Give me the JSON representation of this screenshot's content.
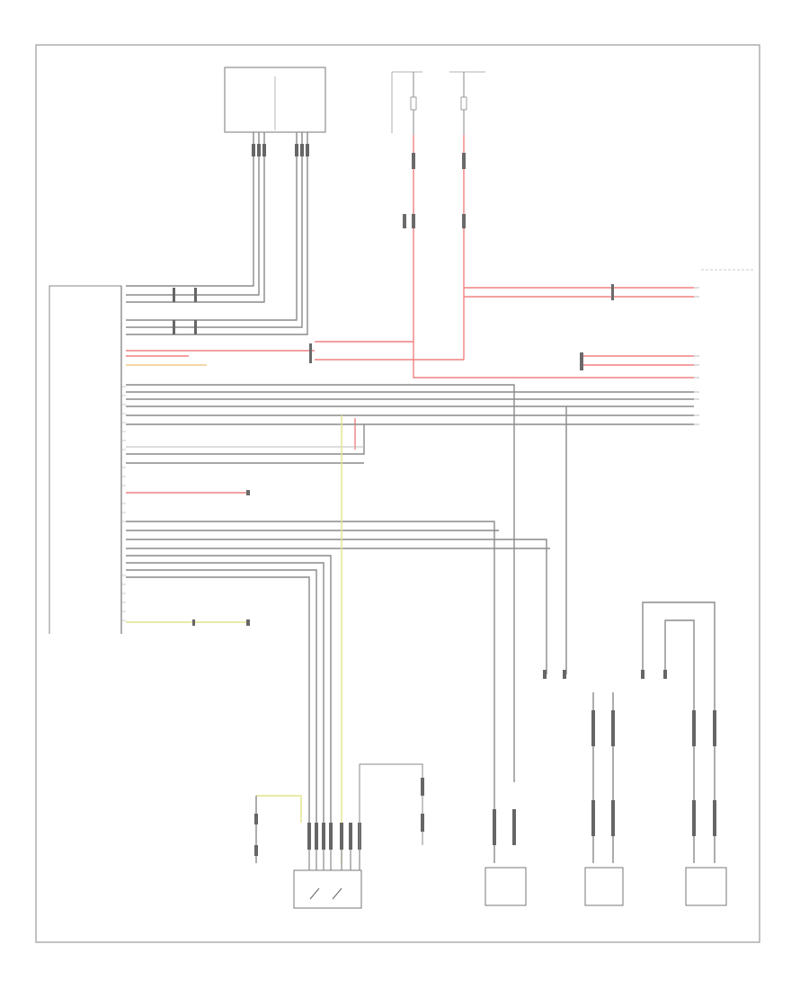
{
  "diagram": {
    "frame_code": "",
    "legend": [
      "",
      ""
    ],
    "components": [
      {
        "id": "emergency_call_unit",
        "label": ""
      },
      {
        "id": "roof_unit",
        "label": ""
      },
      {
        "id": "fuses",
        "label": ""
      },
      {
        "id": "microphone_1",
        "label": ""
      },
      {
        "id": "microphone_2",
        "label": ""
      },
      {
        "id": "emergency_button",
        "label": ""
      },
      {
        "id": "telephone_antenna",
        "label": ""
      },
      {
        "id": "gnss_antenna",
        "label": ""
      },
      {
        "id": "mic_amplifier",
        "label": ""
      },
      {
        "id": "speaker",
        "label": ""
      },
      {
        "id": "info_module",
        "label": ""
      }
    ],
    "colors": {
      "ground_wire": "#8a8a8a",
      "power_wire": "#f08080",
      "signal_wire": "#e4e48a",
      "frame": "#9a9a9a"
    }
  }
}
